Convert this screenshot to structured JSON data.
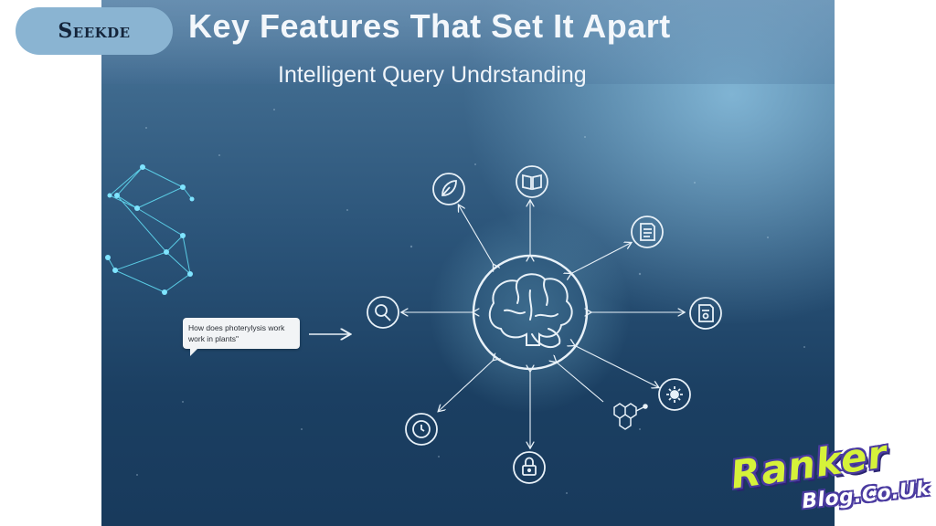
{
  "header": {
    "title": "Key Features That Set It Apart",
    "subtitle": "Intelligent Query Undrstanding",
    "brand_badge": "Seekde"
  },
  "query_bubble": {
    "line1": "How does photerylysis work",
    "line2": "work in plants\""
  },
  "watermark": {
    "word1": "Ranker",
    "word2": "Blog.Co.Uk"
  },
  "diagram": {
    "center_icon": "brain-icon",
    "satellite_icons": [
      "leaf-icon",
      "book-icon",
      "document-icon",
      "certificate-icon",
      "sun-icon",
      "molecule-icon",
      "lock-icon",
      "clock-icon",
      "search-icon"
    ]
  },
  "colors": {
    "background_top": "#5f85a5",
    "background_bottom": "#183a5c",
    "badge": "#8ab4d2",
    "logo_accent": "#d6f23a",
    "logo_outline": "#4a3aa0",
    "network_glow": "#5fd8f0"
  }
}
